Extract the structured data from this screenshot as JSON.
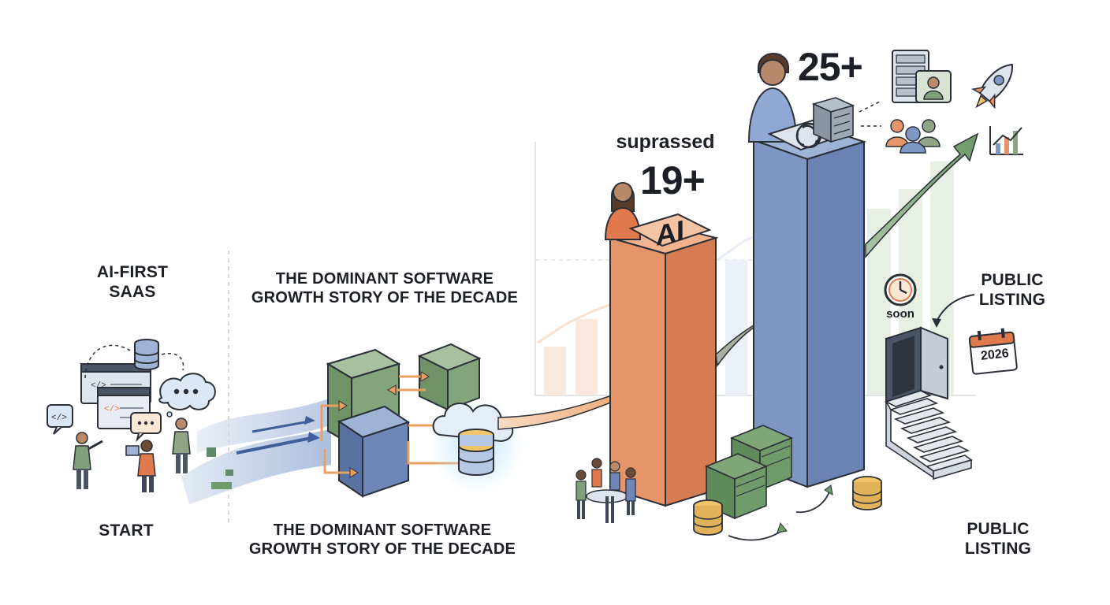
{
  "labels": {
    "ai_first_saas": [
      "AI-FIRST",
      "SAAS"
    ],
    "start": "START",
    "growth_story_top": [
      "THE DOMINANT SOFTWARE",
      "GROWTH STORY OF THE DECADE"
    ],
    "growth_story_bottom": [
      "THE DOMINANT SOFTWARE",
      "GROWTH STORY OF THE DECADE"
    ],
    "suprassed": "suprassed",
    "value_19": "19+",
    "value_25": "25+",
    "ai_badge": "AI",
    "soon": "soon",
    "public_listing_right": [
      "PUBLIC",
      "LISTING"
    ],
    "public_listing_bottom": [
      "PUBLIC",
      "LISTING"
    ],
    "calendar_year": "2026"
  },
  "colors": {
    "ink": "#1c1f26",
    "orange_bar": "#e08a5e",
    "blue_bar": "#7f97c4",
    "green_block": "#84a57c",
    "blue_block": "#6e86b8",
    "money_green": "#6f9a6a",
    "coin_gold": "#e0b35a",
    "arrow_orange": "#eea46c",
    "arrow_green": "#7aa274"
  },
  "icons": [
    "code-window-icon",
    "database-icon",
    "thought-bubble-icon",
    "chat-bubble-icon",
    "cloud-database-icon",
    "openai-logo-icon",
    "server-icon",
    "rocket-icon",
    "growth-chart-icon",
    "team-icon",
    "clock-icon",
    "calendar-icon",
    "door-icon",
    "stairs-icon",
    "money-stack-icon",
    "coin-stack-icon"
  ]
}
